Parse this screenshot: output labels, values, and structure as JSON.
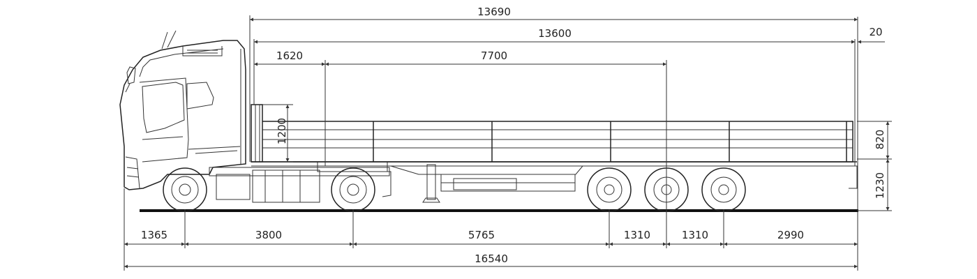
{
  "drawing": {
    "type": "technical-side-view",
    "subject": "tractor unit with three-axle flatbed semi-trailer",
    "line_color": "#222222",
    "background": "#ffffff"
  },
  "dimensions": {
    "overall_trailer_length": "13690",
    "platform_length": "13600",
    "front_overhang_small": "20",
    "kingpin_offset": "1620",
    "kingpin_to_axle": "7700",
    "side_board_height": "1200",
    "rear_board_height": "820",
    "deck_height": "1230",
    "front_overhang": "1365",
    "tractor_wheelbase": "3800",
    "fifth_wheel_to_trailer_axle": "5765",
    "axle_spacing_1": "1310",
    "axle_spacing_2": "1310",
    "rear_overhang": "2990",
    "overall_length": "16540"
  }
}
